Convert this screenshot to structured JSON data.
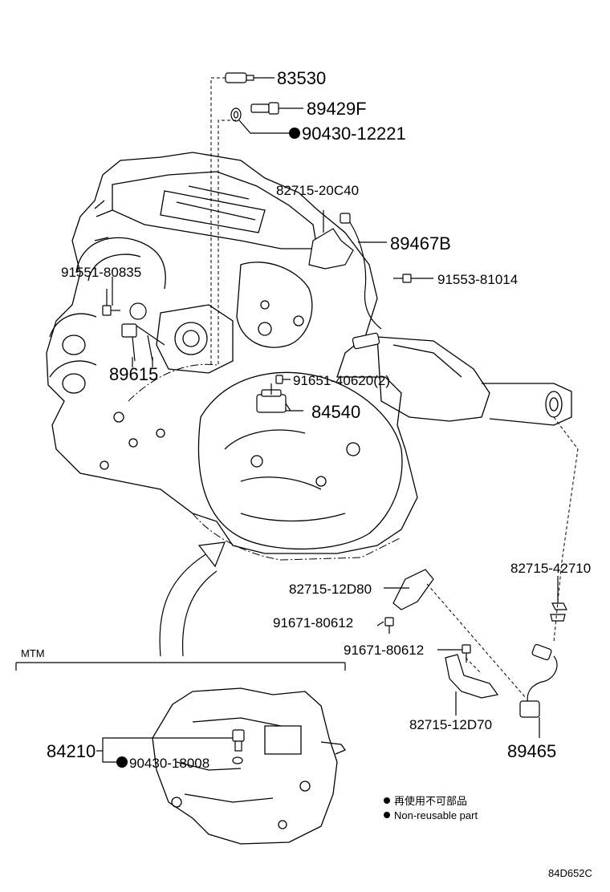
{
  "parts": {
    "p83530": "83530",
    "p89429F": "89429F",
    "p90430_12221": "90430-12221",
    "p82715_20C40": "82715-20C40",
    "p89467B": "89467B",
    "p91553_81014": "91553-81014",
    "p91551_80835": "91551-80835",
    "p89615": "89615",
    "p91651_40620": "91651-40620(2)",
    "p84540": "84540",
    "p82715_42710": "82715-42710",
    "p82715_12D80": "82715-12D80",
    "p91671_80612_a": "91671-80612",
    "p91671_80612_b": "91671-80612",
    "p82715_12D70": "82715-12D70",
    "p89465": "89465",
    "p84210": "84210",
    "p90430_18008": "90430-18008"
  },
  "section": {
    "mtm": "MTM"
  },
  "legend": {
    "jp": "再使用不可部品",
    "en": "Non-reusable part"
  },
  "figure_code": "84D652C"
}
